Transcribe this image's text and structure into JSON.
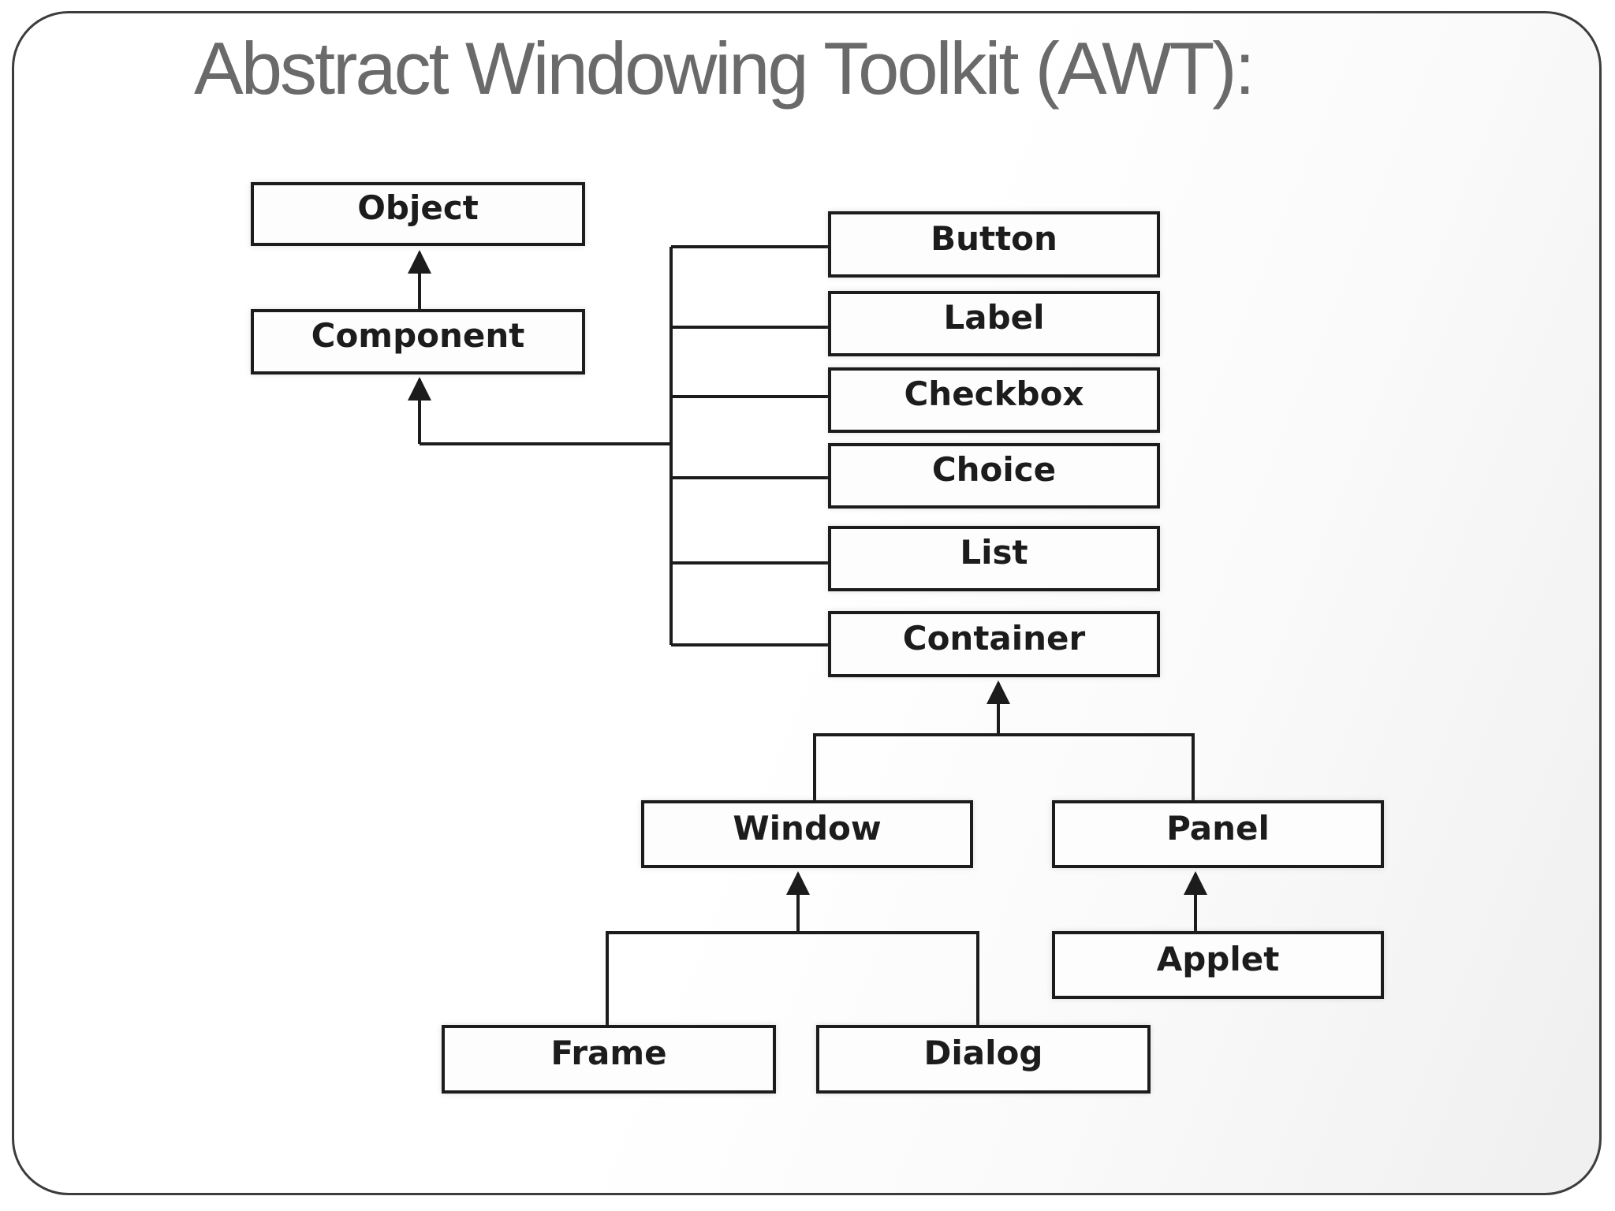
{
  "slide": {
    "title": "Abstract Windowing Toolkit (AWT):"
  },
  "diagram": {
    "nodes": {
      "object": "Object",
      "component": "Component",
      "button": "Button",
      "label": "Label",
      "checkbox": "Checkbox",
      "choice": "Choice",
      "list": "List",
      "container": "Container",
      "window": "Window",
      "panel": "Panel",
      "applet": "Applet",
      "frame": "Frame",
      "dialog": "Dialog"
    },
    "edges": [
      {
        "child": "Component",
        "parent": "Object"
      },
      {
        "child": "Button",
        "parent": "Component"
      },
      {
        "child": "Label",
        "parent": "Component"
      },
      {
        "child": "Checkbox",
        "parent": "Component"
      },
      {
        "child": "Choice",
        "parent": "Component"
      },
      {
        "child": "List",
        "parent": "Component"
      },
      {
        "child": "Container",
        "parent": "Component"
      },
      {
        "child": "Window",
        "parent": "Container"
      },
      {
        "child": "Panel",
        "parent": "Container"
      },
      {
        "child": "Frame",
        "parent": "Window"
      },
      {
        "child": "Dialog",
        "parent": "Window"
      },
      {
        "child": "Applet",
        "parent": "Panel"
      }
    ]
  },
  "colors": {
    "title_text": "#6a6a6a",
    "slide_border": "#3c3c3c",
    "box_border": "#1c1c1c",
    "box_fill": "#fdfdfd",
    "box_text": "#1c1c1c",
    "line": "#1c1c1c"
  }
}
